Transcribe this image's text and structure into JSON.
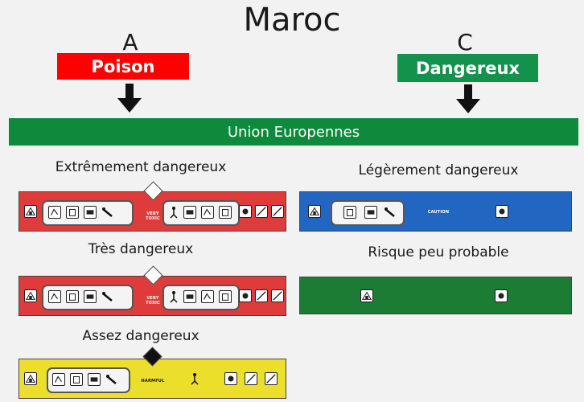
{
  "title": "Maroc",
  "left": {
    "letter": "A",
    "label": "Poison",
    "color": "#ff0000"
  },
  "right": {
    "letter": "C",
    "label": "Dangereux",
    "color": "#14914a"
  },
  "union_bar": {
    "label": "Union Europennes",
    "color": "#0f8a3c"
  },
  "categories": [
    {
      "name": "Extrêmement dangereux",
      "band_color": "#e03b3b",
      "band_text": [
        "VERY",
        "TOXIC"
      ]
    },
    {
      "name": "Très dangereux",
      "band_color": "#e03b3b",
      "band_text": [
        "VERY",
        "TOXIC"
      ]
    },
    {
      "name": "Assez dangereux",
      "band_color": "#ecdf2b",
      "band_text": [
        "HARMFUL"
      ]
    },
    {
      "name": "Légèrement dangereux",
      "band_color": "#2366c2",
      "band_text": [
        "CAUTION"
      ]
    },
    {
      "name": "Risque peu probable",
      "band_color": "#1c7c33",
      "band_text": []
    }
  ]
}
